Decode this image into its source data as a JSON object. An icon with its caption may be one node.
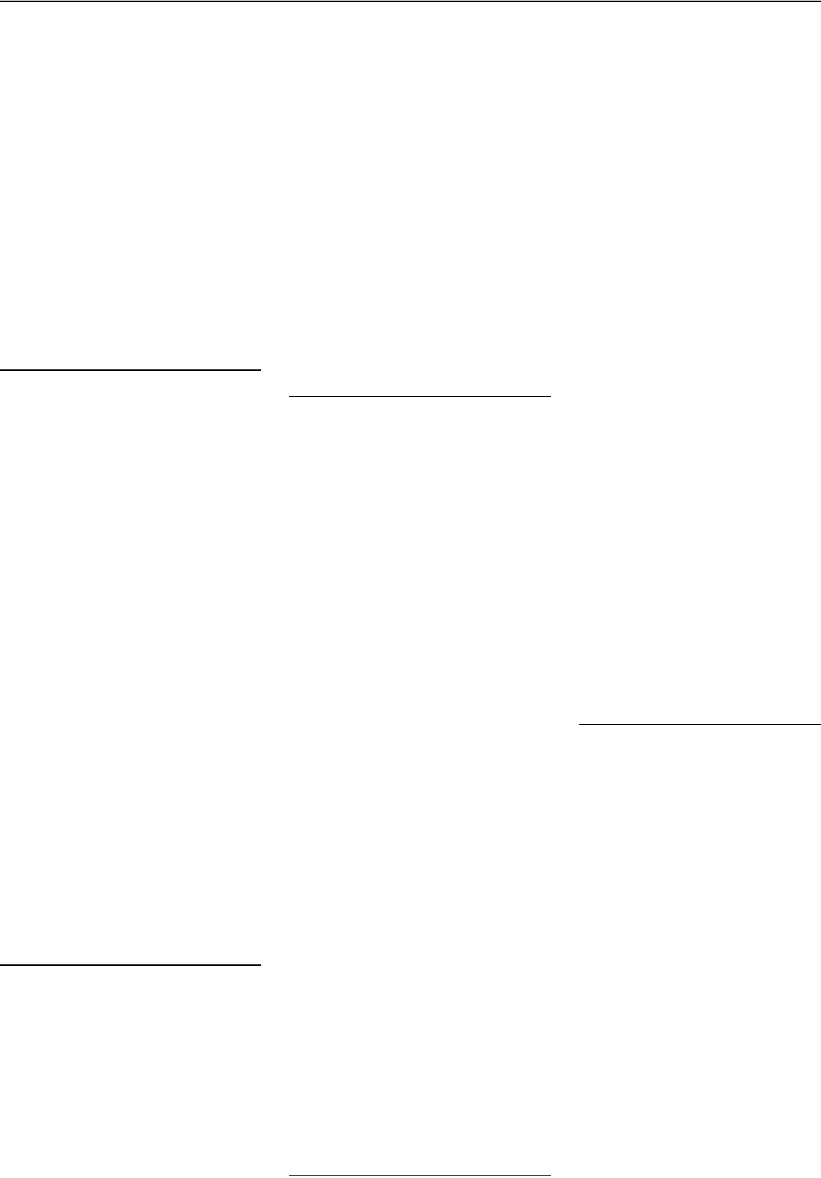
{
  "diagram": {
    "nodes": [
      {
        "text": [],
        "shape": "line"
      },
      {
        "text": [],
        "shape": "line"
      },
      {
        "text": [],
        "shape": "line"
      },
      {
        "text": [],
        "shape": "line"
      },
      {
        "text": [],
        "shape": "line"
      },
      {
        "text": [],
        "shape": "line"
      }
    ]
  }
}
